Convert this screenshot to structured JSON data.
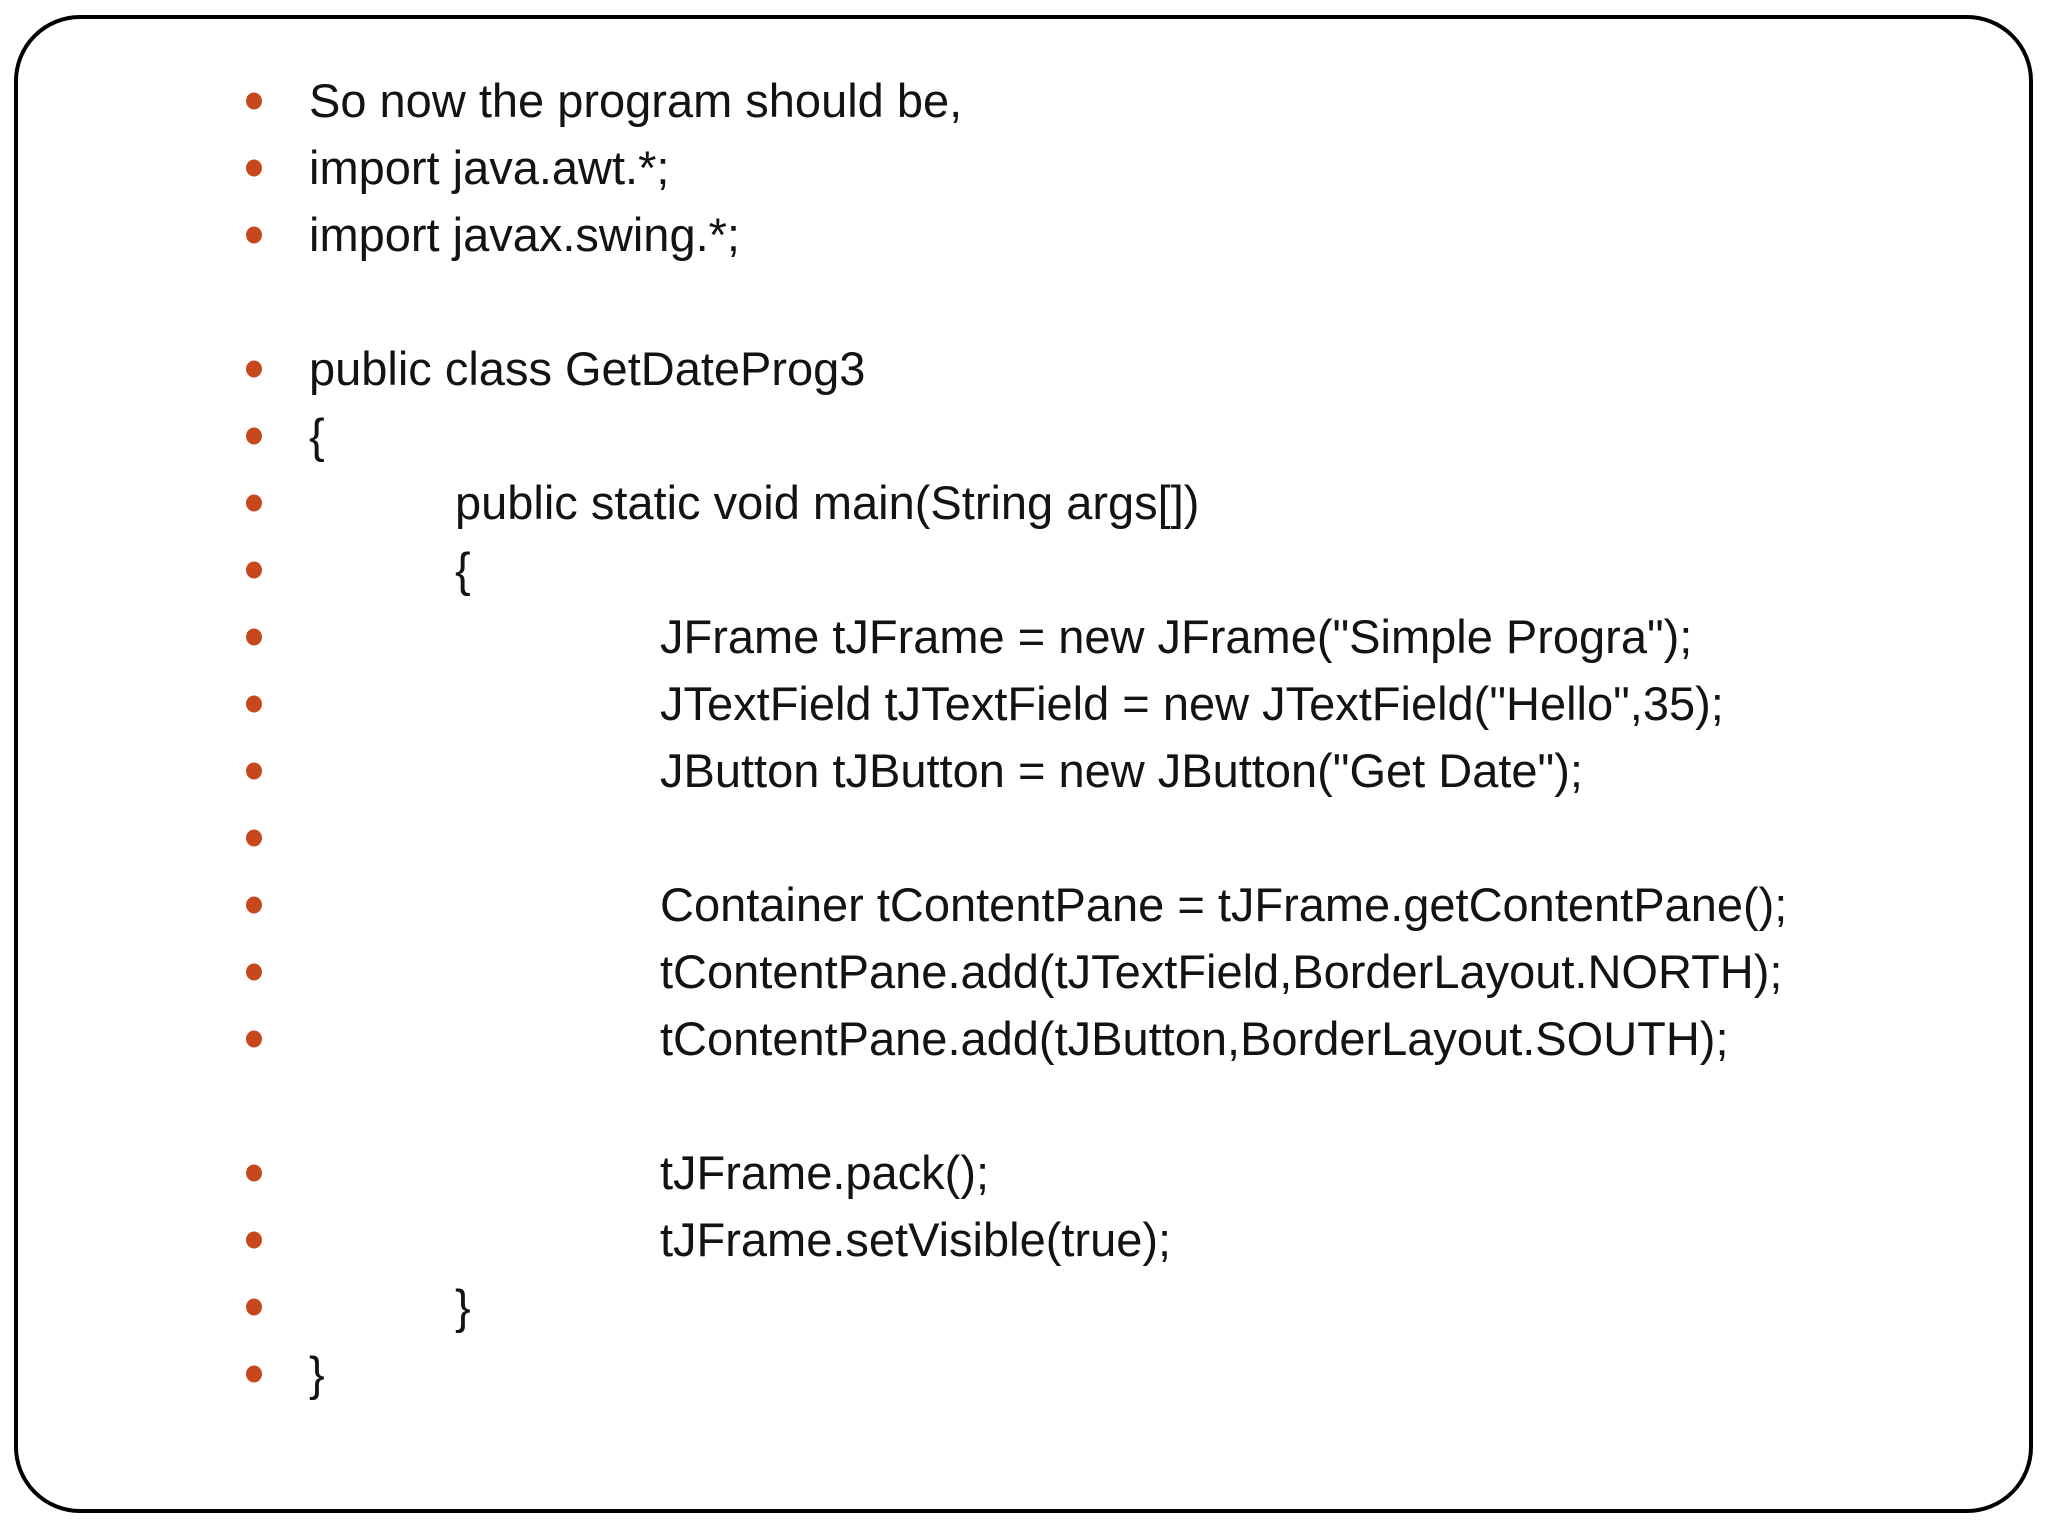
{
  "slide": {
    "background_color": "#ffffff",
    "border_color": "#000000",
    "bullet_color": "#c7481c",
    "text_color": "#131313",
    "lines": [
      {
        "indent": 0,
        "bullet": true,
        "text": "So now the program should be,"
      },
      {
        "indent": 0,
        "bullet": true,
        "text": "import java.awt.*;"
      },
      {
        "indent": 0,
        "bullet": true,
        "text": "import javax.swing.*;"
      },
      {
        "indent": 0,
        "bullet": false,
        "text": ""
      },
      {
        "indent": 0,
        "bullet": true,
        "text": "public class GetDateProg3"
      },
      {
        "indent": 0,
        "bullet": true,
        "text": "{"
      },
      {
        "indent": 1,
        "bullet": true,
        "text": "public static void main(String args[])"
      },
      {
        "indent": 1,
        "bullet": true,
        "text": "{"
      },
      {
        "indent": 2,
        "bullet": true,
        "text": "JFrame tJFrame = new JFrame(\"Simple Progra\");"
      },
      {
        "indent": 2,
        "bullet": true,
        "text": "JTextField tJTextField = new JTextField(\"Hello\",35);"
      },
      {
        "indent": 2,
        "bullet": true,
        "text": "JButton tJButton = new JButton(\"Get Date\");"
      },
      {
        "indent": 2,
        "bullet": true,
        "text": ""
      },
      {
        "indent": 2,
        "bullet": true,
        "text": "Container tContentPane = tJFrame.getContentPane();"
      },
      {
        "indent": 2,
        "bullet": true,
        "text": "tContentPane.add(tJTextField,BorderLayout.NORTH);"
      },
      {
        "indent": 2,
        "bullet": true,
        "text": "tContentPane.add(tJButton,BorderLayout.SOUTH);"
      },
      {
        "indent": 0,
        "bullet": false,
        "text": ""
      },
      {
        "indent": 2,
        "bullet": true,
        "text": "tJFrame.pack();"
      },
      {
        "indent": 2,
        "bullet": true,
        "text": "tJFrame.setVisible(true);"
      },
      {
        "indent": 1,
        "bullet": true,
        "text": "}"
      },
      {
        "indent": 0,
        "bullet": true,
        "text": "}"
      }
    ]
  }
}
